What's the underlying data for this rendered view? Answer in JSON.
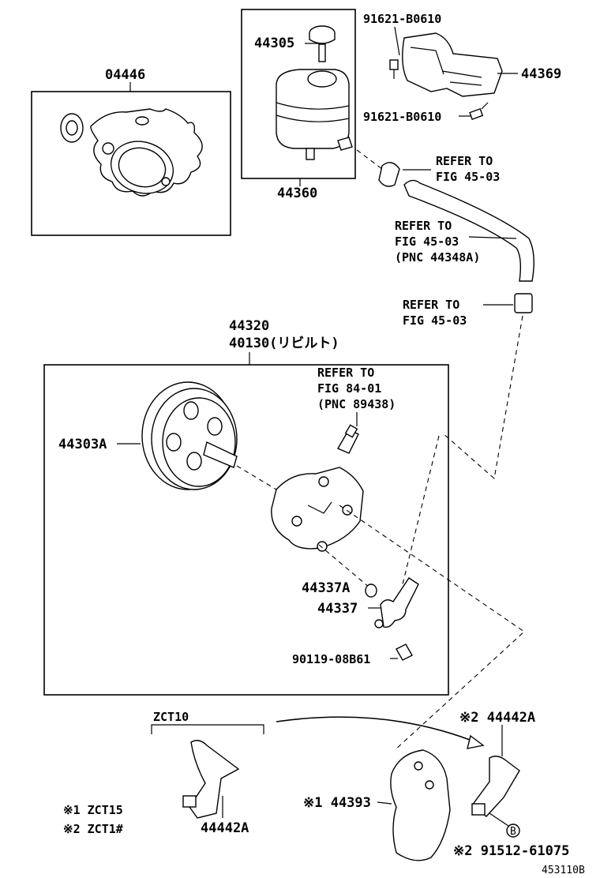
{
  "diagram": {
    "labels": {
      "p04446": "04446",
      "p44305": "44305",
      "p44360": "44360",
      "bolt_top": "91621-B0610",
      "p44369": "44369",
      "bolt_mid": "91621-B0610",
      "refer1_a": "REFER TO",
      "refer1_b": "FIG 45-03",
      "refer2_a": "REFER TO",
      "refer2_b": "FIG 45-03",
      "refer2_c": "(PNC 44348A)",
      "refer3_a": "REFER TO",
      "refer3_b": "FIG 45-03",
      "p44320": "44320",
      "p40130": "40130(リビルト)",
      "refer4_a": "REFER TO",
      "refer4_b": "FIG 84-01",
      "refer4_c": "(PNC 89438)",
      "p44303A": "44303A",
      "p44337A": "44337A",
      "p44337": "44337",
      "p90119": "90119-08B61",
      "zct10": "ZCT10",
      "p44442A_top": "※2 44442A",
      "p44393": "※1 44393",
      "p44442A_left": "44442A",
      "note1": "※1 ZCT15",
      "note2": "※2 ZCT1#",
      "circle_b": "B",
      "p91512": "※2 91512-61075",
      "fig_id": "453110B"
    }
  }
}
